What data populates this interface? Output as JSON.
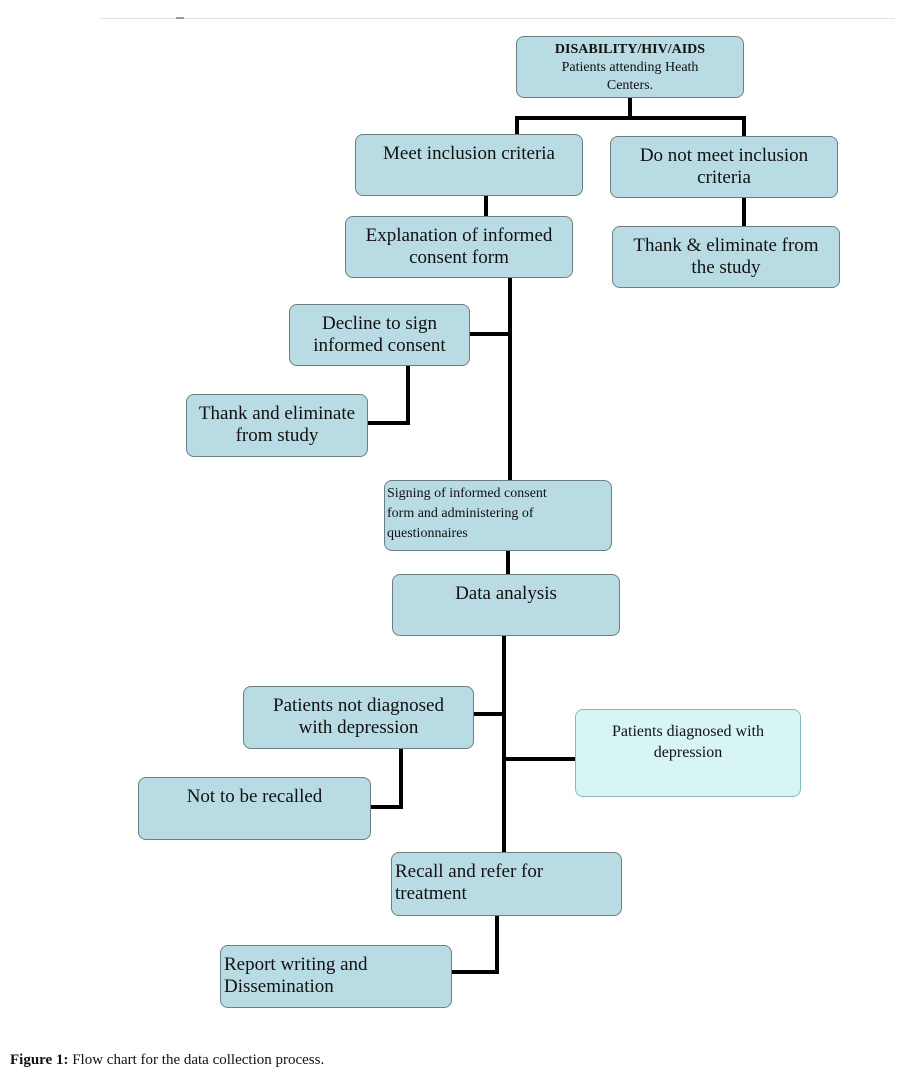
{
  "nodes": {
    "top": {
      "line1": "DISABILITY/HIV/AIDS",
      "line2": "Patients attending Heath",
      "line3": "Centers."
    },
    "meet": {
      "line1": "Meet inclusion  criteria"
    },
    "not_meet": {
      "line1": "Do not meet inclusion",
      "line2": "criteria"
    },
    "explain": {
      "line1": "Explanation of informed",
      "line2": "consent form"
    },
    "thank_right": {
      "line1": "Thank & eliminate from",
      "line2": "the study"
    },
    "decline": {
      "line1": "Decline to sign",
      "line2": "informed consent"
    },
    "thank_left": {
      "line1": "Thank and eliminate",
      "line2": "from study"
    },
    "signing": {
      "line1": "Signing of informed consent",
      "line2": "form and administering  of",
      "line3": "questionnaires"
    },
    "analysis": {
      "line1": "Data analysis"
    },
    "not_diag": {
      "line1": "Patients not diagnosed",
      "line2": "with depression"
    },
    "not_recall": {
      "line1": "Not to be recalled"
    },
    "diag": {
      "line1": "Patients diagnosed with",
      "line2": "depression"
    },
    "recall": {
      "line1": "Recall and refer for",
      "line2": "treatment"
    },
    "report": {
      "line1": "Report writing and",
      "line2": "Dissemination"
    }
  },
  "caption": {
    "label": "Figure 1:",
    "text": " Flow chart for the data collection process."
  }
}
